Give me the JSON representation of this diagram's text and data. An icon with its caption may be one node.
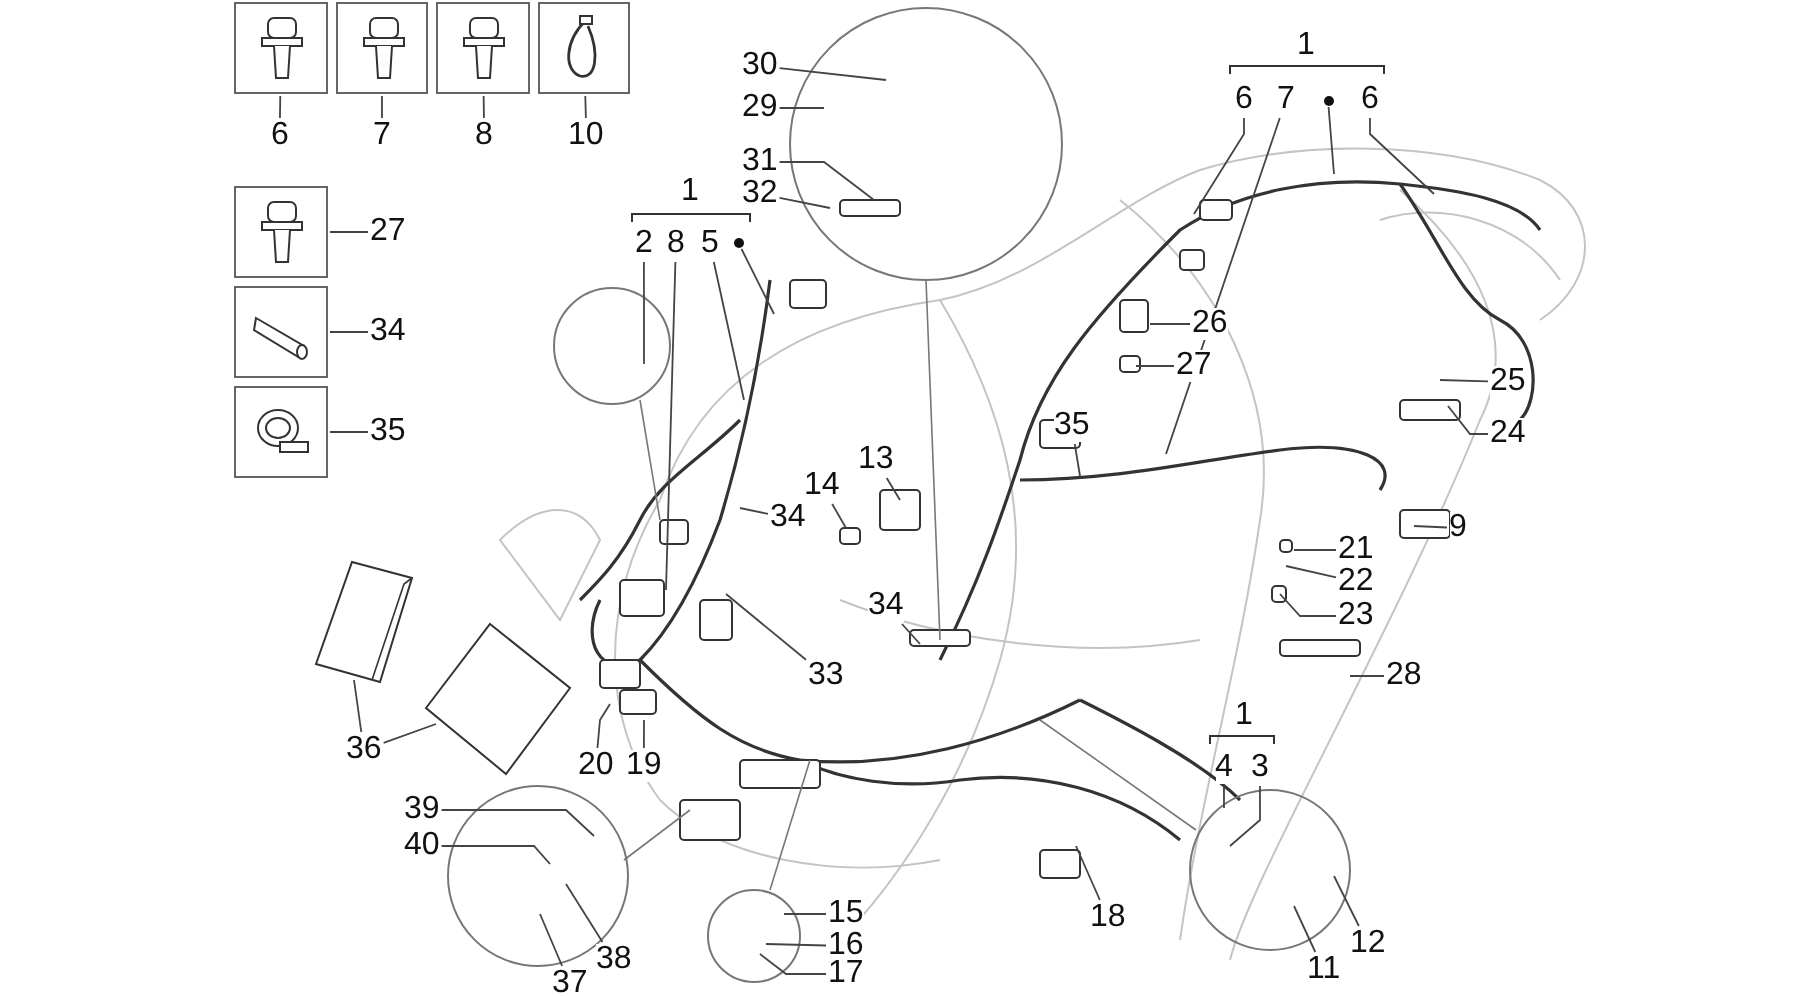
{
  "diagram": {
    "nodes": [
      {
        "text": [],
        "shape": "picture"
      },
      {
        "text": [],
        "shape": "picture"
      },
      {
        "text": [],
        "shape": "picture"
      },
      {
        "text": [],
        "shape": "picture"
      },
      {
        "text": [
          "6"
        ]
      },
      {
        "text": [
          "7"
        ]
      },
      {
        "text": [
          "8"
        ]
      },
      {
        "text": [
          "10"
        ]
      },
      {
        "text": [
          "30"
        ]
      },
      {
        "text": [
          "29"
        ]
      },
      {
        "text": [
          "31"
        ]
      },
      {
        "text": [
          "32"
        ]
      },
      {
        "text": [
          "6"
        ]
      },
      {
        "text": [
          "7"
        ]
      },
      {
        "text": [],
        "shape": "circle"
      },
      {
        "text": [
          "6"
        ]
      },
      {
        "text": [],
        "shape": "picture"
      },
      {
        "text": [
          "27"
        ]
      },
      {
        "text": [
          "2"
        ]
      },
      {
        "text": [
          "8"
        ]
      },
      {
        "text": [
          "5"
        ]
      },
      {
        "text": [],
        "shape": "circle"
      },
      {
        "text": [
          "26"
        ]
      },
      {
        "text": [
          "27"
        ]
      },
      {
        "text": [],
        "shape": "picture"
      },
      {
        "text": [
          "34"
        ]
      },
      {
        "text": [
          "25"
        ]
      },
      {
        "text": [
          "24"
        ]
      },
      {
        "text": [],
        "shape": "picture"
      },
      {
        "text": [
          "35"
        ]
      },
      {
        "text": [
          "35"
        ]
      },
      {
        "text": [
          "13"
        ]
      },
      {
        "text": [
          "14"
        ]
      },
      {
        "text": [
          "34"
        ]
      },
      {
        "text": [
          "9"
        ]
      },
      {
        "text": [
          "21"
        ]
      },
      {
        "text": [
          "22"
        ]
      },
      {
        "text": [
          "34"
        ]
      },
      {
        "text": [
          "23"
        ]
      },
      {
        "text": [
          "33"
        ]
      },
      {
        "text": [
          "28"
        ]
      },
      {
        "text": [
          "36"
        ]
      },
      {
        "text": [
          "20"
        ]
      },
      {
        "text": [
          "19"
        ]
      },
      {
        "text": [
          "4"
        ]
      },
      {
        "text": [
          "3"
        ]
      },
      {
        "text": [
          "39"
        ]
      },
      {
        "text": [
          "40"
        ]
      },
      {
        "text": [
          "18"
        ]
      },
      {
        "text": [
          "15"
        ]
      },
      {
        "text": [
          "12"
        ]
      },
      {
        "text": [
          "16"
        ]
      },
      {
        "text": [
          "17"
        ]
      },
      {
        "text": [
          "11"
        ]
      },
      {
        "text": [
          "38"
        ]
      },
      {
        "text": [
          "37"
        ]
      }
    ],
    "edges": [
      {
        "from": 4,
        "to": 0,
        "arrow": "none"
      },
      {
        "from": 5,
        "to": 1,
        "arrow": "none"
      },
      {
        "from": 6,
        "to": 2,
        "arrow": "none"
      },
      {
        "from": 7,
        "to": 3,
        "arrow": "none"
      },
      {
        "from": 8,
        "to": null,
        "arrow": "none"
      },
      {
        "from": 9,
        "to": null,
        "arrow": "none"
      },
      {
        "from": 10,
        "to": null,
        "arrow": "none"
      },
      {
        "from": 11,
        "to": null,
        "arrow": "none"
      },
      {
        "from": 12,
        "to": null,
        "arrow": "none"
      },
      {
        "from": 13,
        "to": null,
        "arrow": "none"
      },
      {
        "from": 14,
        "to": null,
        "arrow": "none"
      },
      {
        "from": 15,
        "to": null,
        "arrow": "none"
      },
      {
        "from": 17,
        "to": 16,
        "arrow": "none"
      },
      {
        "from": 18,
        "to": null,
        "arrow": "none"
      },
      {
        "from": 19,
        "to": null,
        "arrow": "none"
      },
      {
        "from": 20,
        "to": null,
        "arrow": "none"
      },
      {
        "from": 21,
        "to": null,
        "arrow": "none"
      },
      {
        "from": 22,
        "to": null,
        "arrow": "none"
      },
      {
        "from": 23,
        "to": null,
        "arrow": "none"
      },
      {
        "from": 25,
        "to": 24,
        "arrow": "none"
      },
      {
        "from": 26,
        "to": null,
        "arrow": "none"
      },
      {
        "from": 27,
        "to": null,
        "arrow": "none"
      },
      {
        "from": 29,
        "to": 28,
        "arrow": "none"
      },
      {
        "from": 30,
        "to": null,
        "arrow": "none"
      },
      {
        "from": 31,
        "to": null,
        "arrow": "none"
      },
      {
        "from": 32,
        "to": null,
        "arrow": "none"
      },
      {
        "from": 33,
        "to": null,
        "arrow": "none"
      },
      {
        "from": 34,
        "to": null,
        "arrow": "none"
      },
      {
        "from": 35,
        "to": null,
        "arrow": "none"
      },
      {
        "from": 36,
        "to": null,
        "arrow": "none"
      },
      {
        "from": 37,
        "to": null,
        "arrow": "none"
      },
      {
        "from": 38,
        "to": null,
        "arrow": "none"
      },
      {
        "from": 39,
        "to": null,
        "arrow": "none"
      },
      {
        "from": 40,
        "to": null,
        "arrow": "none"
      },
      {
        "from": 41,
        "to": null,
        "arrow": "none"
      },
      {
        "from": 41,
        "to": null,
        "arrow": "none"
      },
      {
        "from": 42,
        "to": null,
        "arrow": "none"
      },
      {
        "from": 43,
        "to": null,
        "arrow": "none"
      },
      {
        "from": 44,
        "to": null,
        "arrow": "none"
      },
      {
        "from": 45,
        "to": null,
        "arrow": "none"
      },
      {
        "from": 46,
        "to": null,
        "arrow": "none"
      },
      {
        "from": 47,
        "to": null,
        "arrow": "none"
      },
      {
        "from": 48,
        "to": null,
        "arrow": "none"
      },
      {
        "from": 49,
        "to": null,
        "arrow": "none"
      },
      {
        "from": 50,
        "to": null,
        "arrow": "none"
      },
      {
        "from": 51,
        "to": null,
        "arrow": "none"
      },
      {
        "from": 52,
        "to": null,
        "arrow": "none"
      },
      {
        "from": 53,
        "to": null,
        "arrow": "none"
      },
      {
        "from": 54,
        "to": null,
        "arrow": "none"
      },
      {
        "from": 55,
        "to": null,
        "arrow": "none"
      }
    ],
    "labels": [
      "1",
      "1",
      "1"
    ]
  }
}
